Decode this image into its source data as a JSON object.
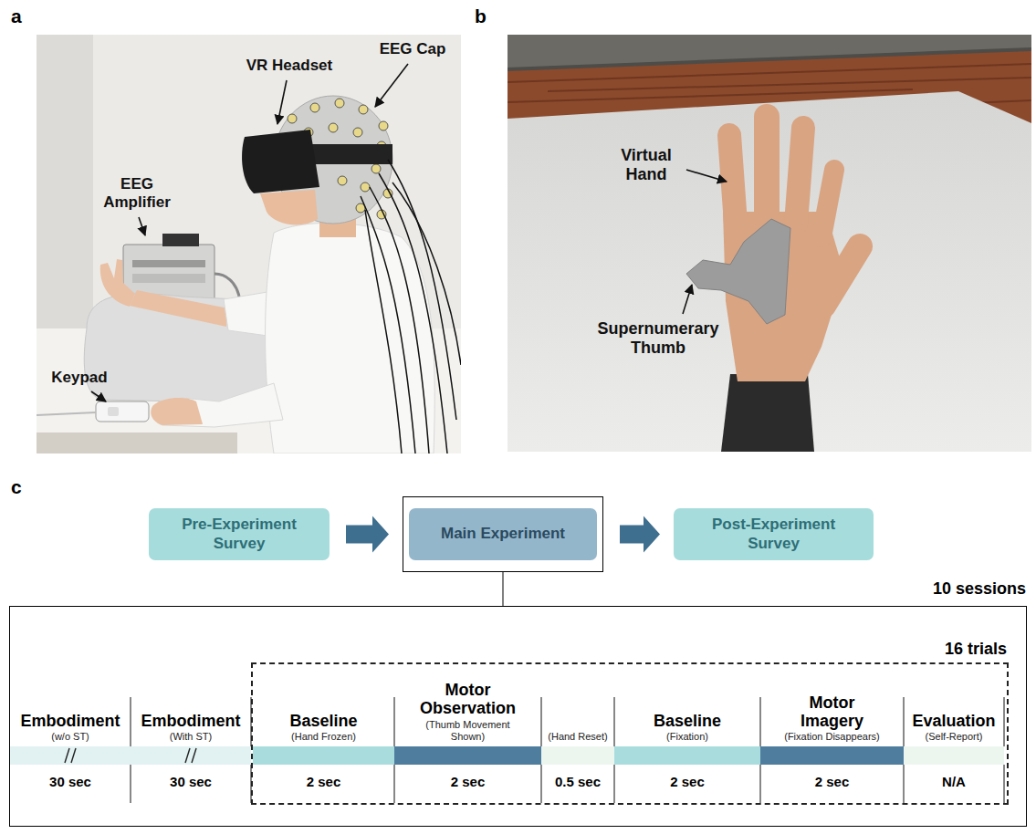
{
  "diagram": {
    "nodes": [
      {
        "text": [
          "Pre-Experiment Survey"
        ]
      },
      {
        "text": [
          "Main Experiment"
        ]
      },
      {
        "text": [
          "Post-Experiment Survey"
        ]
      },
      {
        "text": [
          "10 sessions"
        ]
      },
      {
        "text": [
          "Embodiment",
          "(w/o ST)",
          "30 sec"
        ],
        "in": 3
      },
      {
        "text": [
          "Embodiment",
          "(With ST)",
          "30 sec"
        ],
        "in": 3
      },
      {
        "text": [
          "16 trials"
        ],
        "in": 3
      },
      {
        "text": [
          "Baseline",
          "(Hand Frozen)",
          "2 sec"
        ],
        "in": 6
      },
      {
        "text": [
          "Motor Observation",
          "(Thumb Movement Shown)",
          "2 sec"
        ],
        "in": 6
      },
      {
        "text": [
          "(Hand Reset)",
          "0.5 sec"
        ],
        "in": 6
      },
      {
        "text": [
          "Baseline",
          "(Fixation)",
          "2 sec"
        ],
        "in": 6
      },
      {
        "text": [
          "Motor Imagery",
          "(Fixation Disappears)",
          "2 sec"
        ],
        "in": 6
      },
      {
        "text": [
          "Evaluation",
          "(Self-Report)",
          "N/A"
        ],
        "in": 6
      }
    ],
    "edges": [
      {
        "from": 0,
        "to": 1,
        "arrow": "to"
      },
      {
        "from": 1,
        "to": 2,
        "arrow": "to"
      },
      {
        "from": 1,
        "to": 3,
        "arrow": "none"
      }
    ],
    "labels": [
      "a",
      "VR Headset",
      "EEG Cap",
      "EEG Amplifier",
      "Keypad",
      "b",
      "Virtual Hand",
      "Supernumerary Thumb",
      "c"
    ]
  }
}
